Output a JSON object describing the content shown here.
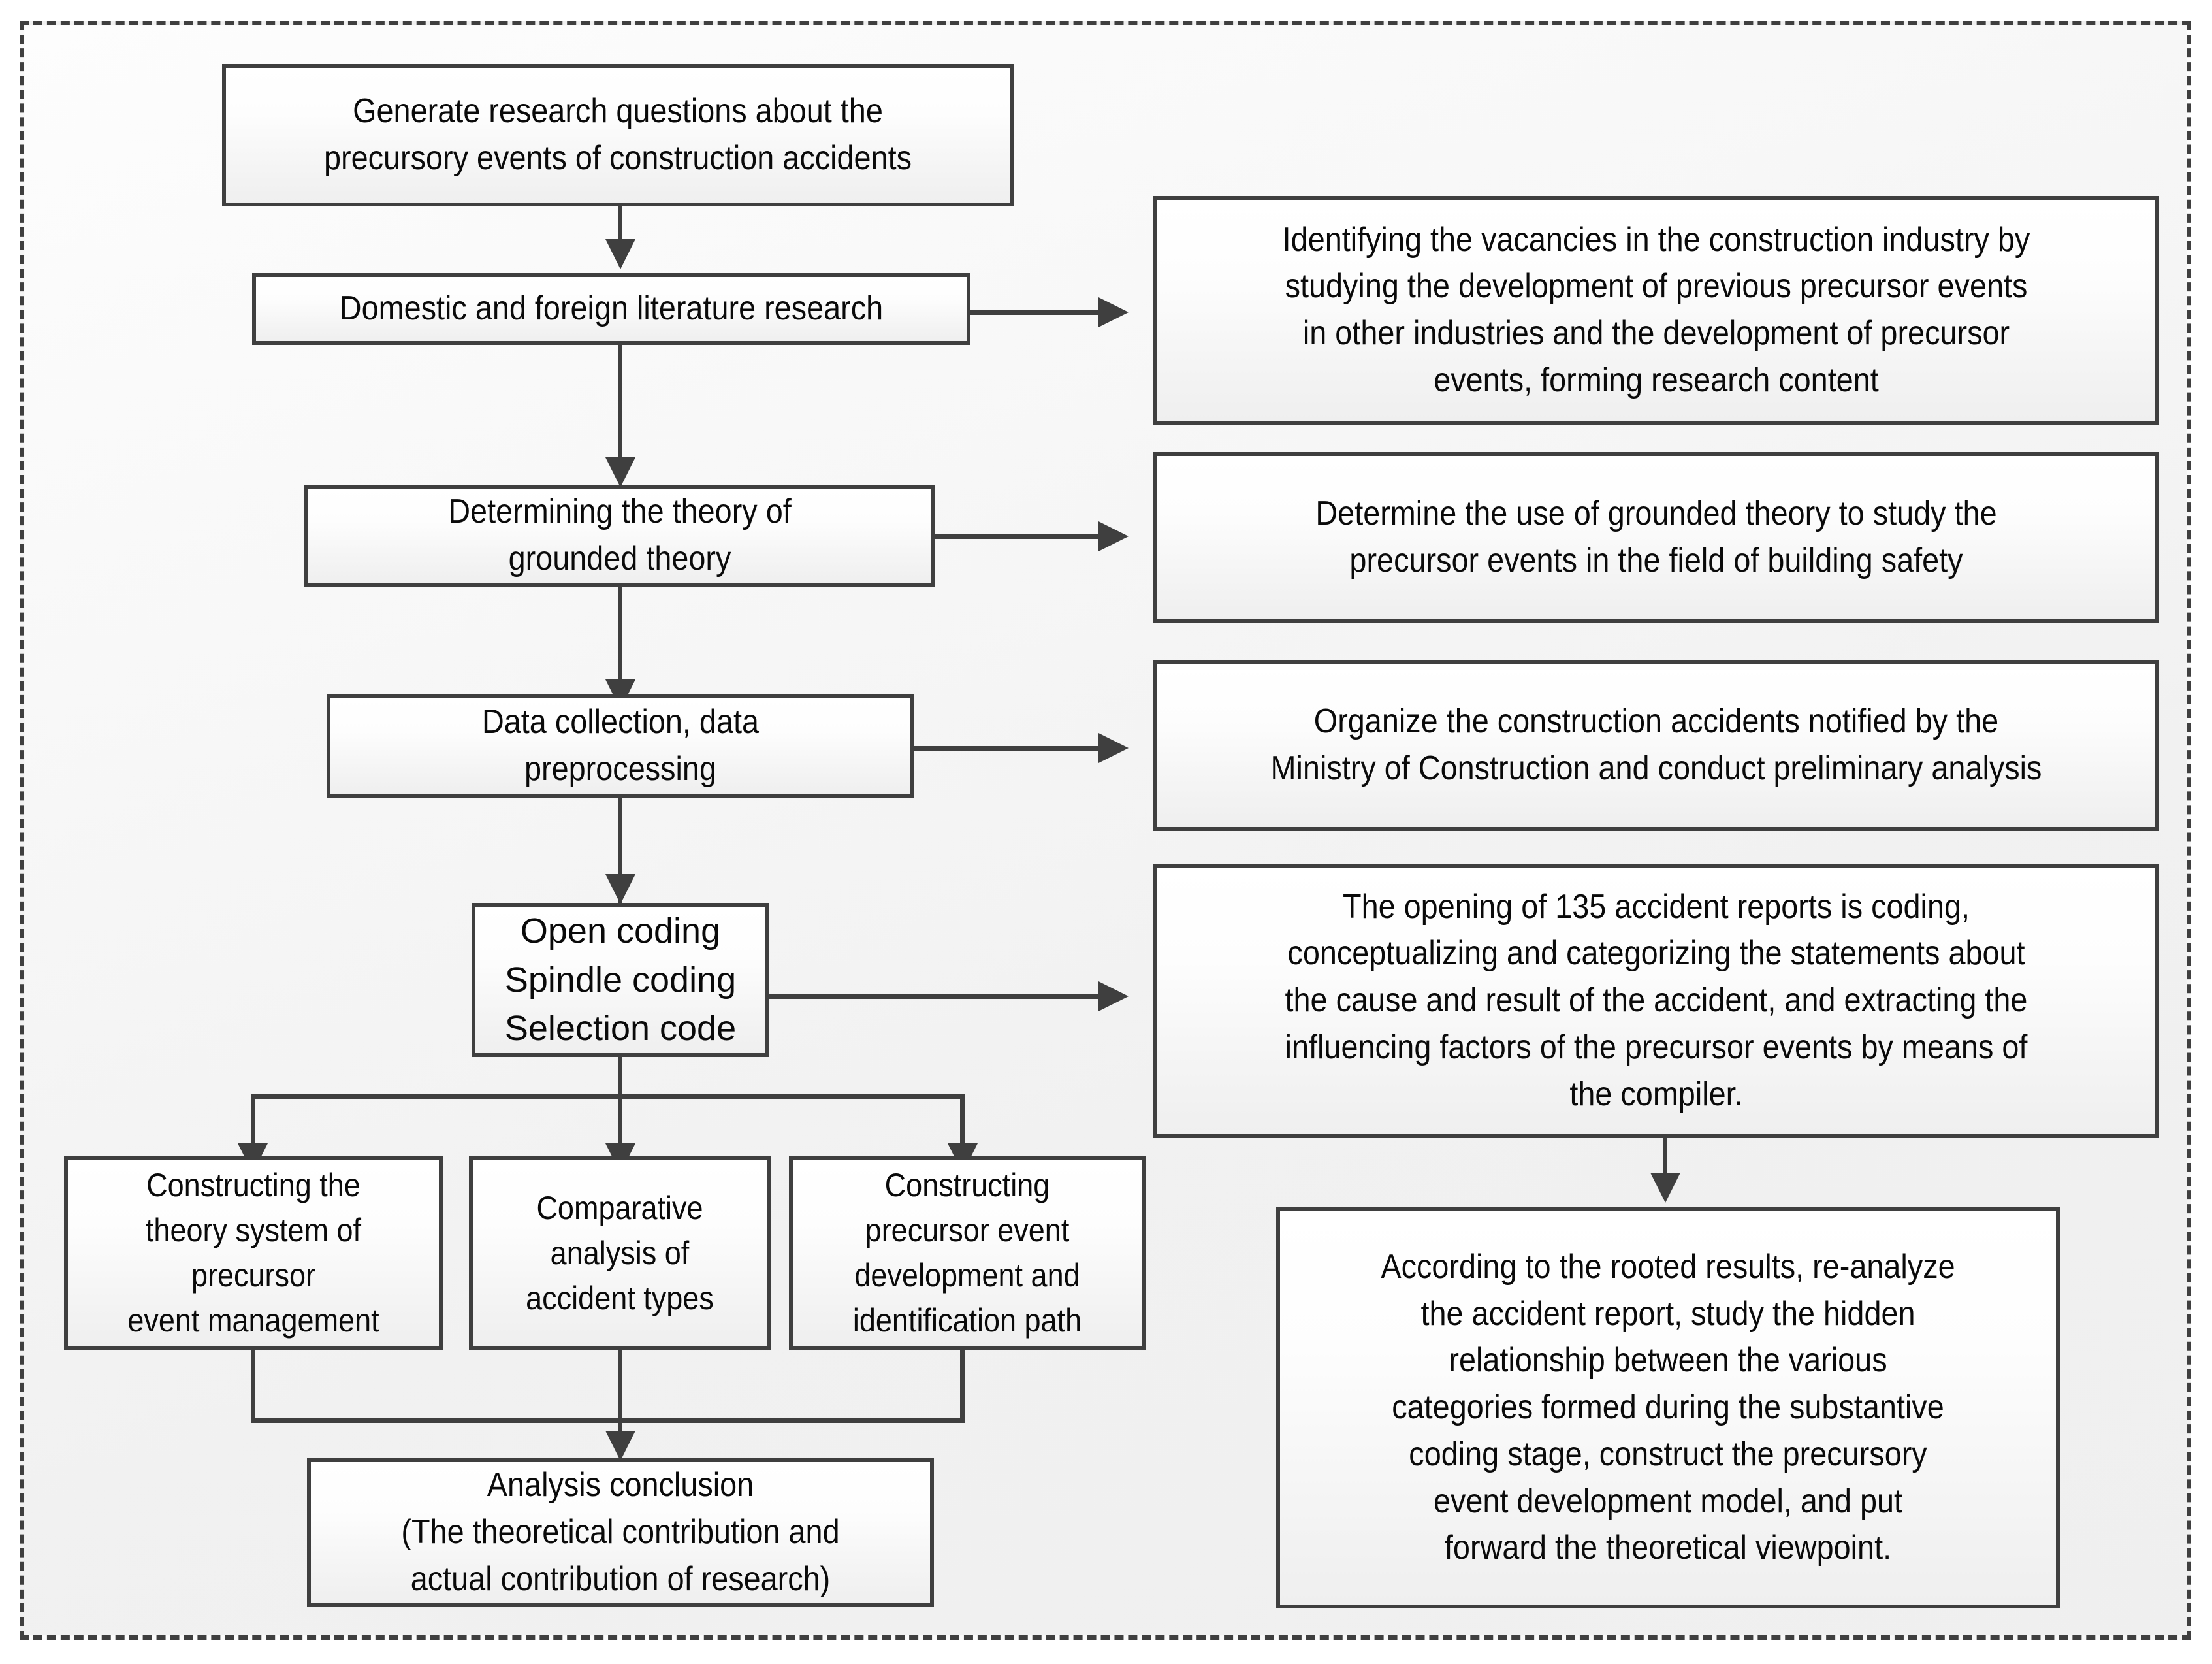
{
  "diagram": {
    "title": "Research methodology flowchart for precursory events of construction accidents",
    "border_style": "dashed",
    "colors": {
      "stroke": "#3f3f3f",
      "node_fill_top": "#ffffff",
      "node_fill_bottom": "#efefef",
      "canvas_fill": "#f1f1f1",
      "text": "#0a0a0a"
    }
  },
  "nodes": {
    "generate_questions": "Generate research questions about the\nprecursory events of construction accidents",
    "literature_research": "Domestic and foreign literature research",
    "grounded_theory": "Determining the theory of\ngrounded theory",
    "data_collection": "Data collection, data\npreprocessing",
    "coding": "Open coding\nSpindle coding\nSelection code",
    "theory_system": "Constructing the\ntheory system of\nprecursor\nevent management",
    "comparative_analysis": "Comparative\nanalysis of\naccident types",
    "precursor_path": "Constructing\nprecursor event\ndevelopment and\nidentification path",
    "analysis_conclusion": "Analysis conclusion\n(The theoretical contribution and\nactual contribution of research)",
    "note_vacancies": "Identifying the vacancies in the construction industry by\nstudying the development of previous precursor events\nin other industries and the development of precursor\nevents, forming research content",
    "note_grounded": "Determine the use of grounded theory to study the\nprecursor events in the field of building safety",
    "note_organize": "Organize the construction accidents notified by the\nMinistry of Construction and conduct preliminary analysis",
    "note_coding": "The opening of 135 accident reports is coding,\nconceptualizing and categorizing the statements about\nthe cause and result of the accident, and extracting the\ninfluencing factors of the precursor events by means of\nthe compiler.",
    "note_reanalyze": "According to the rooted results, re-analyze\nthe accident report, study the hidden\nrelationship between the various\ncategories formed during the substantive\ncoding stage, construct the precursory\nevent development model, and put\nforward the theoretical viewpoint."
  },
  "connections": [
    {
      "from": "generate_questions",
      "to": "literature_research",
      "type": "arrow-down"
    },
    {
      "from": "literature_research",
      "to": "note_vacancies",
      "type": "arrow-right"
    },
    {
      "from": "literature_research",
      "to": "grounded_theory",
      "type": "arrow-down"
    },
    {
      "from": "grounded_theory",
      "to": "note_grounded",
      "type": "arrow-right"
    },
    {
      "from": "grounded_theory",
      "to": "data_collection",
      "type": "arrow-down"
    },
    {
      "from": "data_collection",
      "to": "note_organize",
      "type": "arrow-right"
    },
    {
      "from": "data_collection",
      "to": "coding",
      "type": "arrow-down"
    },
    {
      "from": "coding",
      "to": "note_coding",
      "type": "arrow-right"
    },
    {
      "from": "coding",
      "to": "theory_system",
      "type": "split-down"
    },
    {
      "from": "coding",
      "to": "comparative_analysis",
      "type": "split-down"
    },
    {
      "from": "coding",
      "to": "precursor_path",
      "type": "split-down"
    },
    {
      "from": "theory_system",
      "to": "analysis_conclusion",
      "type": "merge-down"
    },
    {
      "from": "comparative_analysis",
      "to": "analysis_conclusion",
      "type": "merge-down"
    },
    {
      "from": "precursor_path",
      "to": "analysis_conclusion",
      "type": "merge-down"
    },
    {
      "from": "note_coding",
      "to": "note_reanalyze",
      "type": "arrow-down"
    }
  ]
}
